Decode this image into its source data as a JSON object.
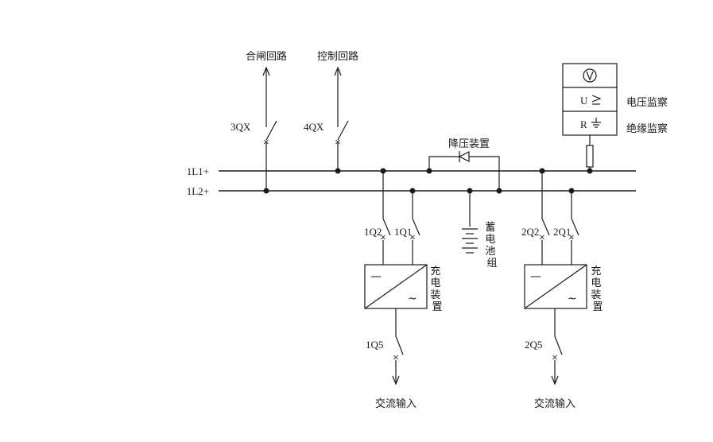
{
  "buses": {
    "bus1": "1L1+",
    "bus2": "1L2+"
  },
  "feeders": {
    "closing": {
      "switch": "3QX",
      "label": "合闸回路"
    },
    "control": {
      "switch": "4QX",
      "label": "控制回路"
    }
  },
  "step_down": {
    "label": "降压装置"
  },
  "monitor": {
    "voltage_symbol": "U",
    "resistance_symbol": "R",
    "voltage_label": "电压监察",
    "insulation_label": "绝缘监察"
  },
  "battery": {
    "label": "蓄电池组"
  },
  "charger1": {
    "q2": "1Q2",
    "q1": "1Q1",
    "q5": "1Q5",
    "label": "充电装置",
    "dc_symbol": "—",
    "ac_symbol": "~",
    "input_label": "交流输入"
  },
  "charger2": {
    "q2": "2Q2",
    "q1": "2Q1",
    "q5": "2Q5",
    "label": "充电装置",
    "dc_symbol": "—",
    "ac_symbol": "~",
    "input_label": "交流输入"
  }
}
